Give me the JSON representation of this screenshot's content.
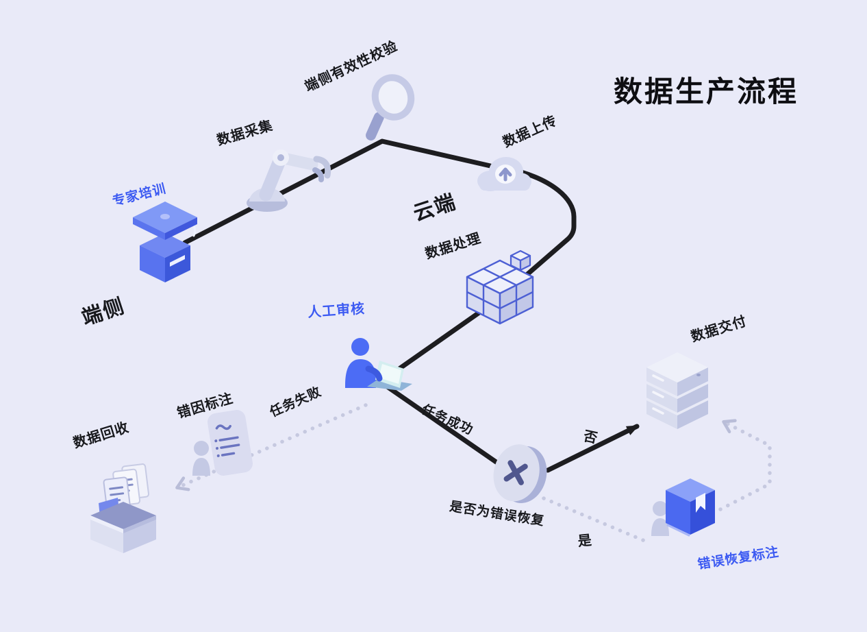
{
  "title": "数据生产流程",
  "zones": {
    "device": {
      "label": "端侧"
    },
    "cloud": {
      "label": "云端"
    }
  },
  "nodes": {
    "expert_training": {
      "label": "专家培训",
      "icon": "graduation-podium-icon"
    },
    "data_collection": {
      "label": "数据采集",
      "icon": "robot-arm-icon"
    },
    "device_validation": {
      "label": "端侧有效性校验",
      "icon": "magnifier-icon"
    },
    "data_upload": {
      "label": "数据上传",
      "icon": "cloud-upload-icon"
    },
    "data_processing": {
      "label": "数据处理",
      "icon": "cube-blocks-icon"
    },
    "manual_review": {
      "label": "人工审核",
      "icon": "person-laptop-icon"
    },
    "error_cause_annotation": {
      "label": "错因标注",
      "icon": "person-document-icon"
    },
    "data_recycling": {
      "label": "数据回收",
      "icon": "box-documents-icon"
    },
    "error_recovery_decision": {
      "label": "是否为错误恢复",
      "icon": "decision-disc-icon"
    },
    "data_delivery": {
      "label": "数据交付",
      "icon": "server-stack-icon"
    },
    "error_recovery_annotation": {
      "label": "错误恢复标注",
      "icon": "book-person-icon"
    }
  },
  "edges": {
    "task_failed": {
      "label": "任务失败"
    },
    "task_success": {
      "label": "任务成功"
    },
    "no": {
      "label": "否"
    },
    "yes": {
      "label": "是"
    }
  },
  "colors": {
    "background": "#e9eaf8",
    "flow_line": "#1d1d20",
    "dotted_line": "#c6c9e0",
    "accent_blue": "#3c5af2",
    "label_text": "#17181c",
    "lavender": "#d7daf0",
    "icon_blue": "#4b69f0"
  }
}
